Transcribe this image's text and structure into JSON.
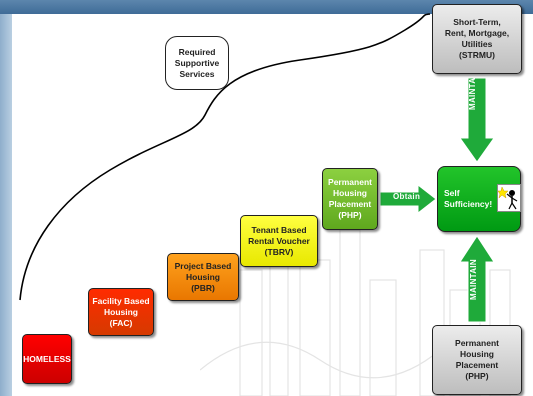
{
  "boxes": {
    "homeless": "HOMELESS",
    "fac": [
      "Facility Based",
      "Housing",
      "(FAC)"
    ],
    "pbr": [
      "Project Based",
      "Housing",
      "(PBR)"
    ],
    "tbrv": [
      "Tenant Based",
      "Rental Voucher",
      "(TBRV)"
    ],
    "php": [
      "Permanent",
      "Housing",
      "Placement",
      "(PHP)"
    ],
    "self": [
      "Self",
      "Sufficiency!"
    ],
    "strmu": [
      "Short-Term,",
      "Rent, Mortgage,",
      "Utilities",
      "(STRMU)"
    ],
    "php_bottom": [
      "Permanent",
      "Housing",
      "Placement",
      "(PHP)"
    ],
    "supportive": [
      "Required",
      "Supportive",
      "Services"
    ]
  },
  "arrows": {
    "obtain": "Obtain",
    "maintain_top": "MAINTAIN",
    "maintain_bottom": "MAINTAIN"
  },
  "colors": {
    "homeless": "#ff0000",
    "fac": "#ff2b00",
    "pbr": "#ffa21e",
    "tbrv": "#ffff40",
    "php": "#8cd040",
    "self": "#00b31a",
    "arrow": "#1faa3a",
    "header": "#4a76a0"
  }
}
